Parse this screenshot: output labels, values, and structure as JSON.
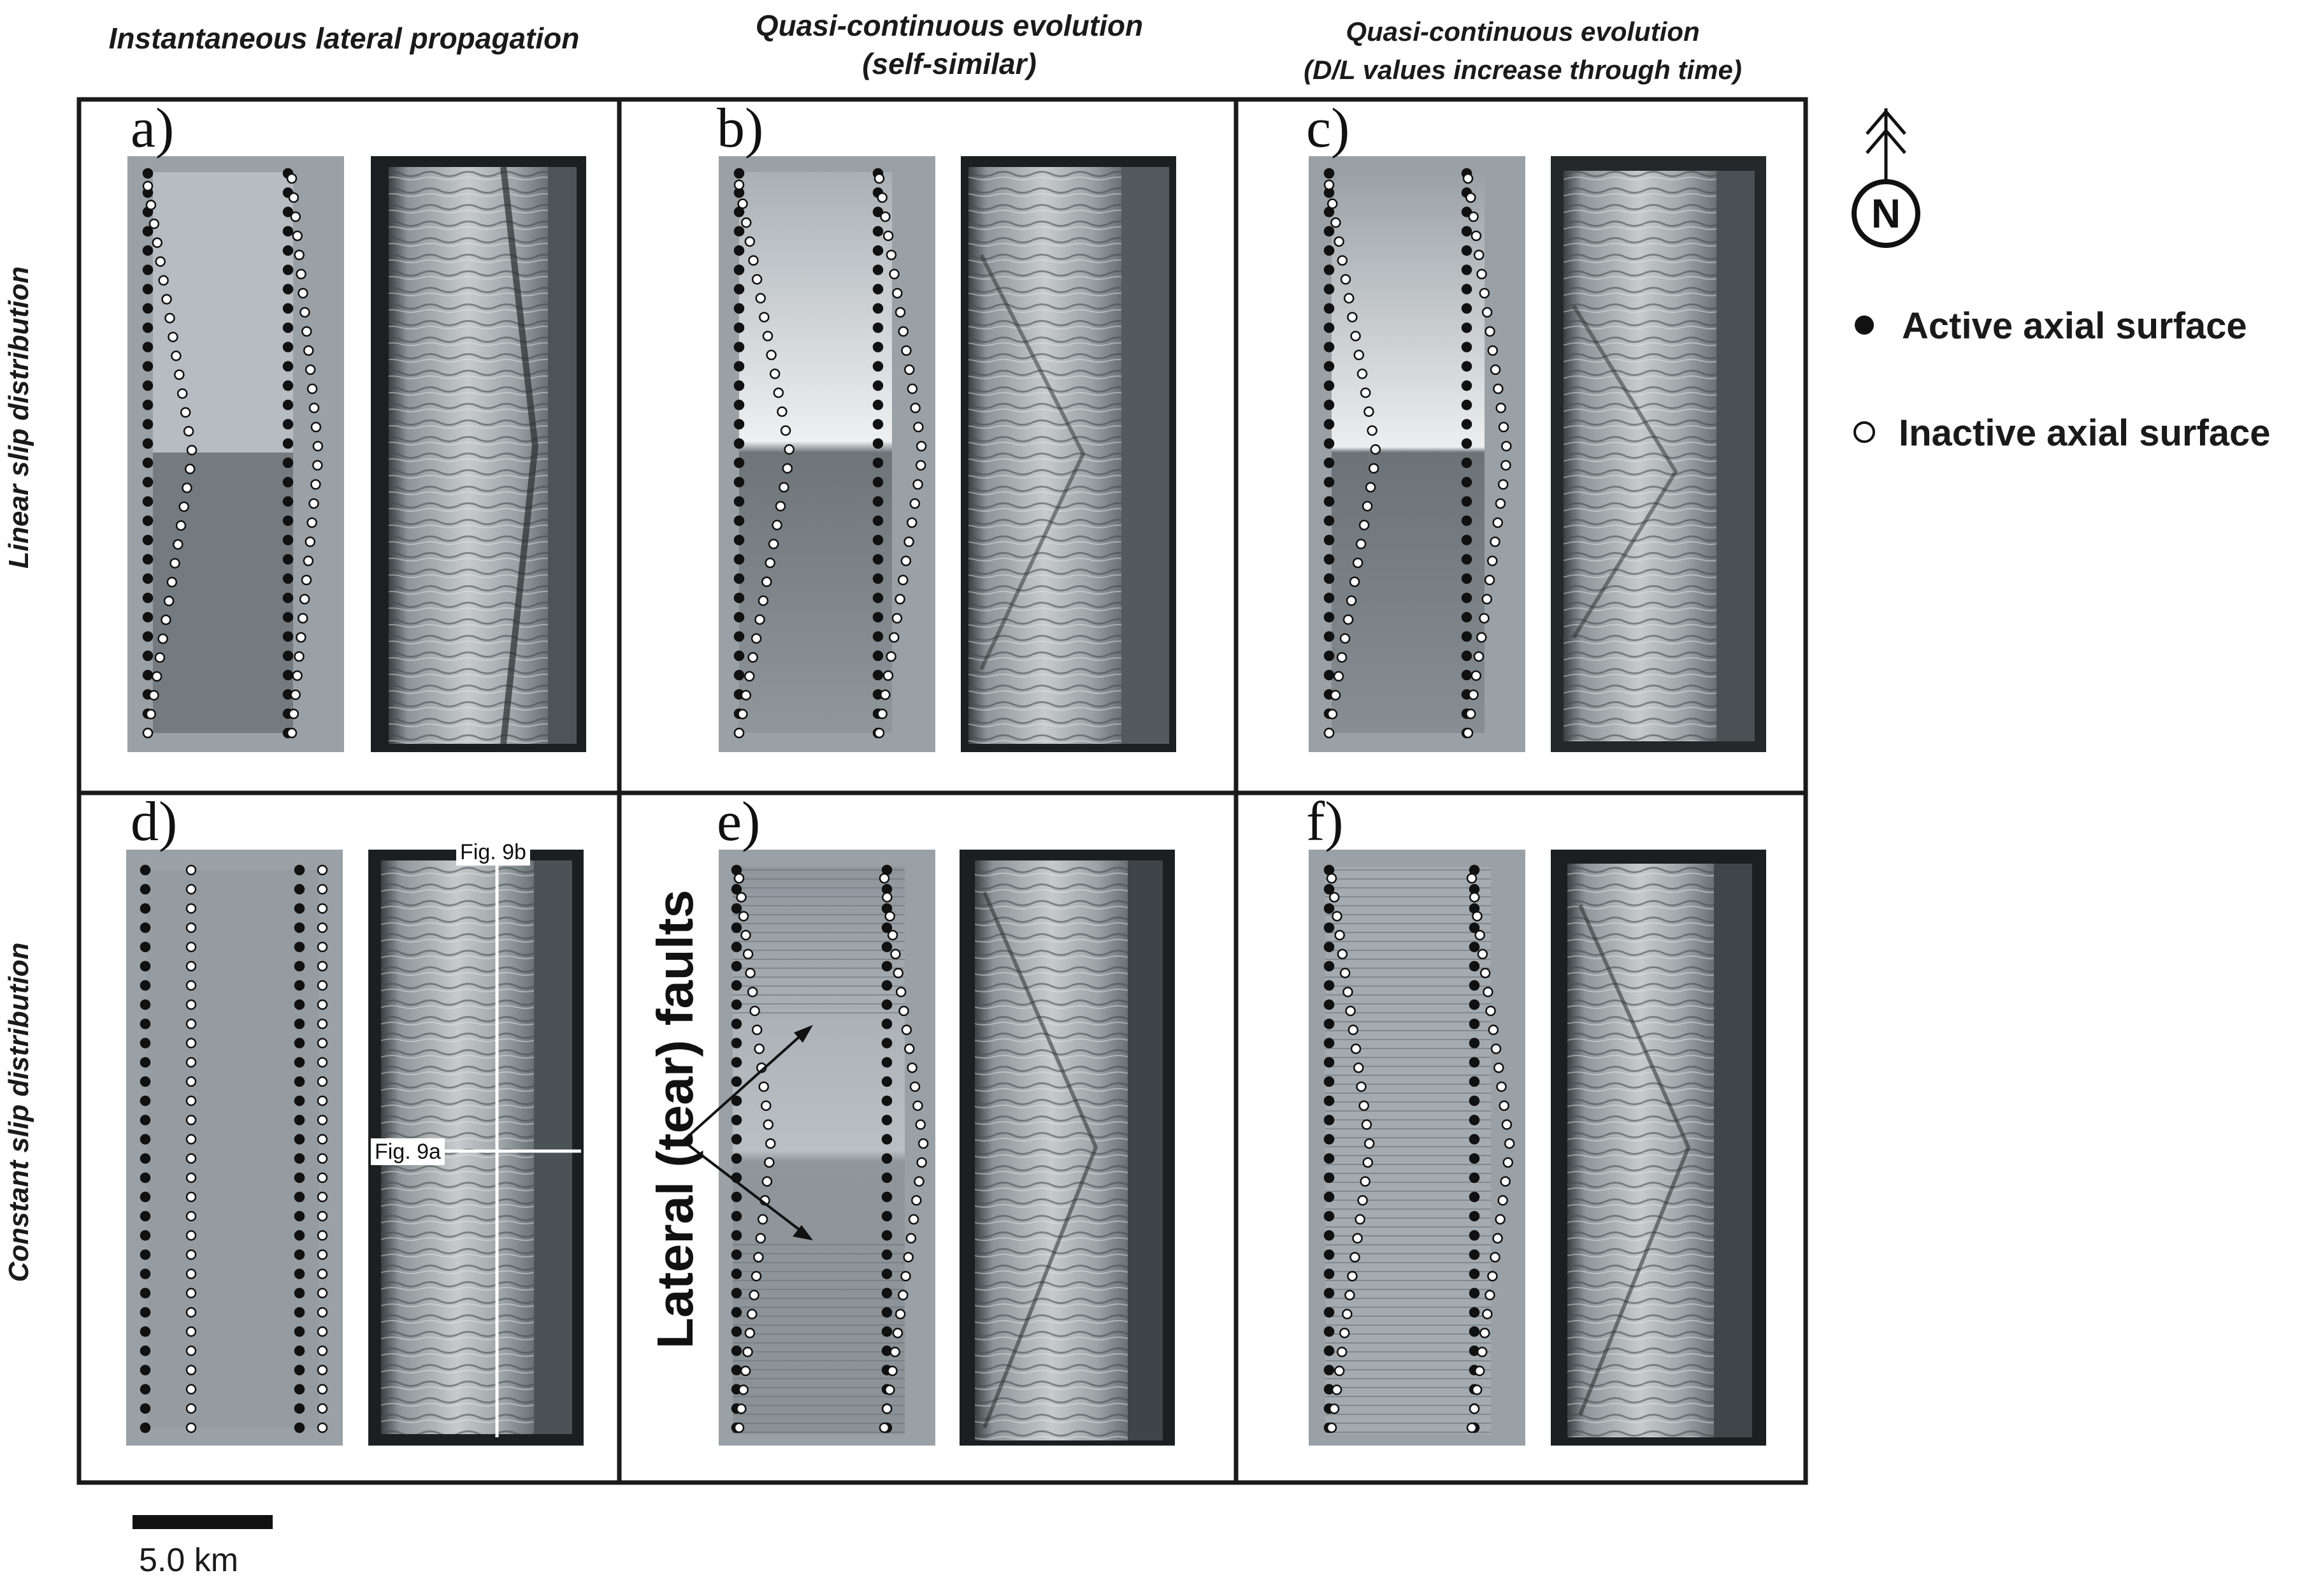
{
  "columns": [
    {
      "title_line1": "Instantaneous lateral propagation",
      "title_line2": ""
    },
    {
      "title_line1": "Quasi-continuous evolution",
      "title_line2": "(self-similar)"
    },
    {
      "title_line1": "Quasi-continuous evolution",
      "title_line2": "(D/L values increase through time)"
    }
  ],
  "rows": [
    {
      "title": "Linear slip distribution"
    },
    {
      "title": "Constant slip distribution"
    }
  ],
  "panels": [
    {
      "label": "a)"
    },
    {
      "label": "b)"
    },
    {
      "label": "c)"
    },
    {
      "label": "d)"
    },
    {
      "label": "e)"
    },
    {
      "label": "f)"
    }
  ],
  "annotations": {
    "fig9b": "Fig. 9b",
    "fig9a": "Fig. 9a",
    "tear_faults": "Lateral (tear) faults"
  },
  "legend": {
    "north_label": "N",
    "active": "Active axial surface",
    "inactive": "Inactive axial surface"
  },
  "scale_bar": {
    "label": "5.0 km"
  },
  "colors": {
    "frame": "#1a1a1a",
    "map_fill": "#8e969c",
    "map_light": "#b9bfc4",
    "map_dark": "#6f777c",
    "relief_dark": "#1c1f21",
    "relief_mid": "#7d8589",
    "relief_light": "#c9cdd0"
  }
}
